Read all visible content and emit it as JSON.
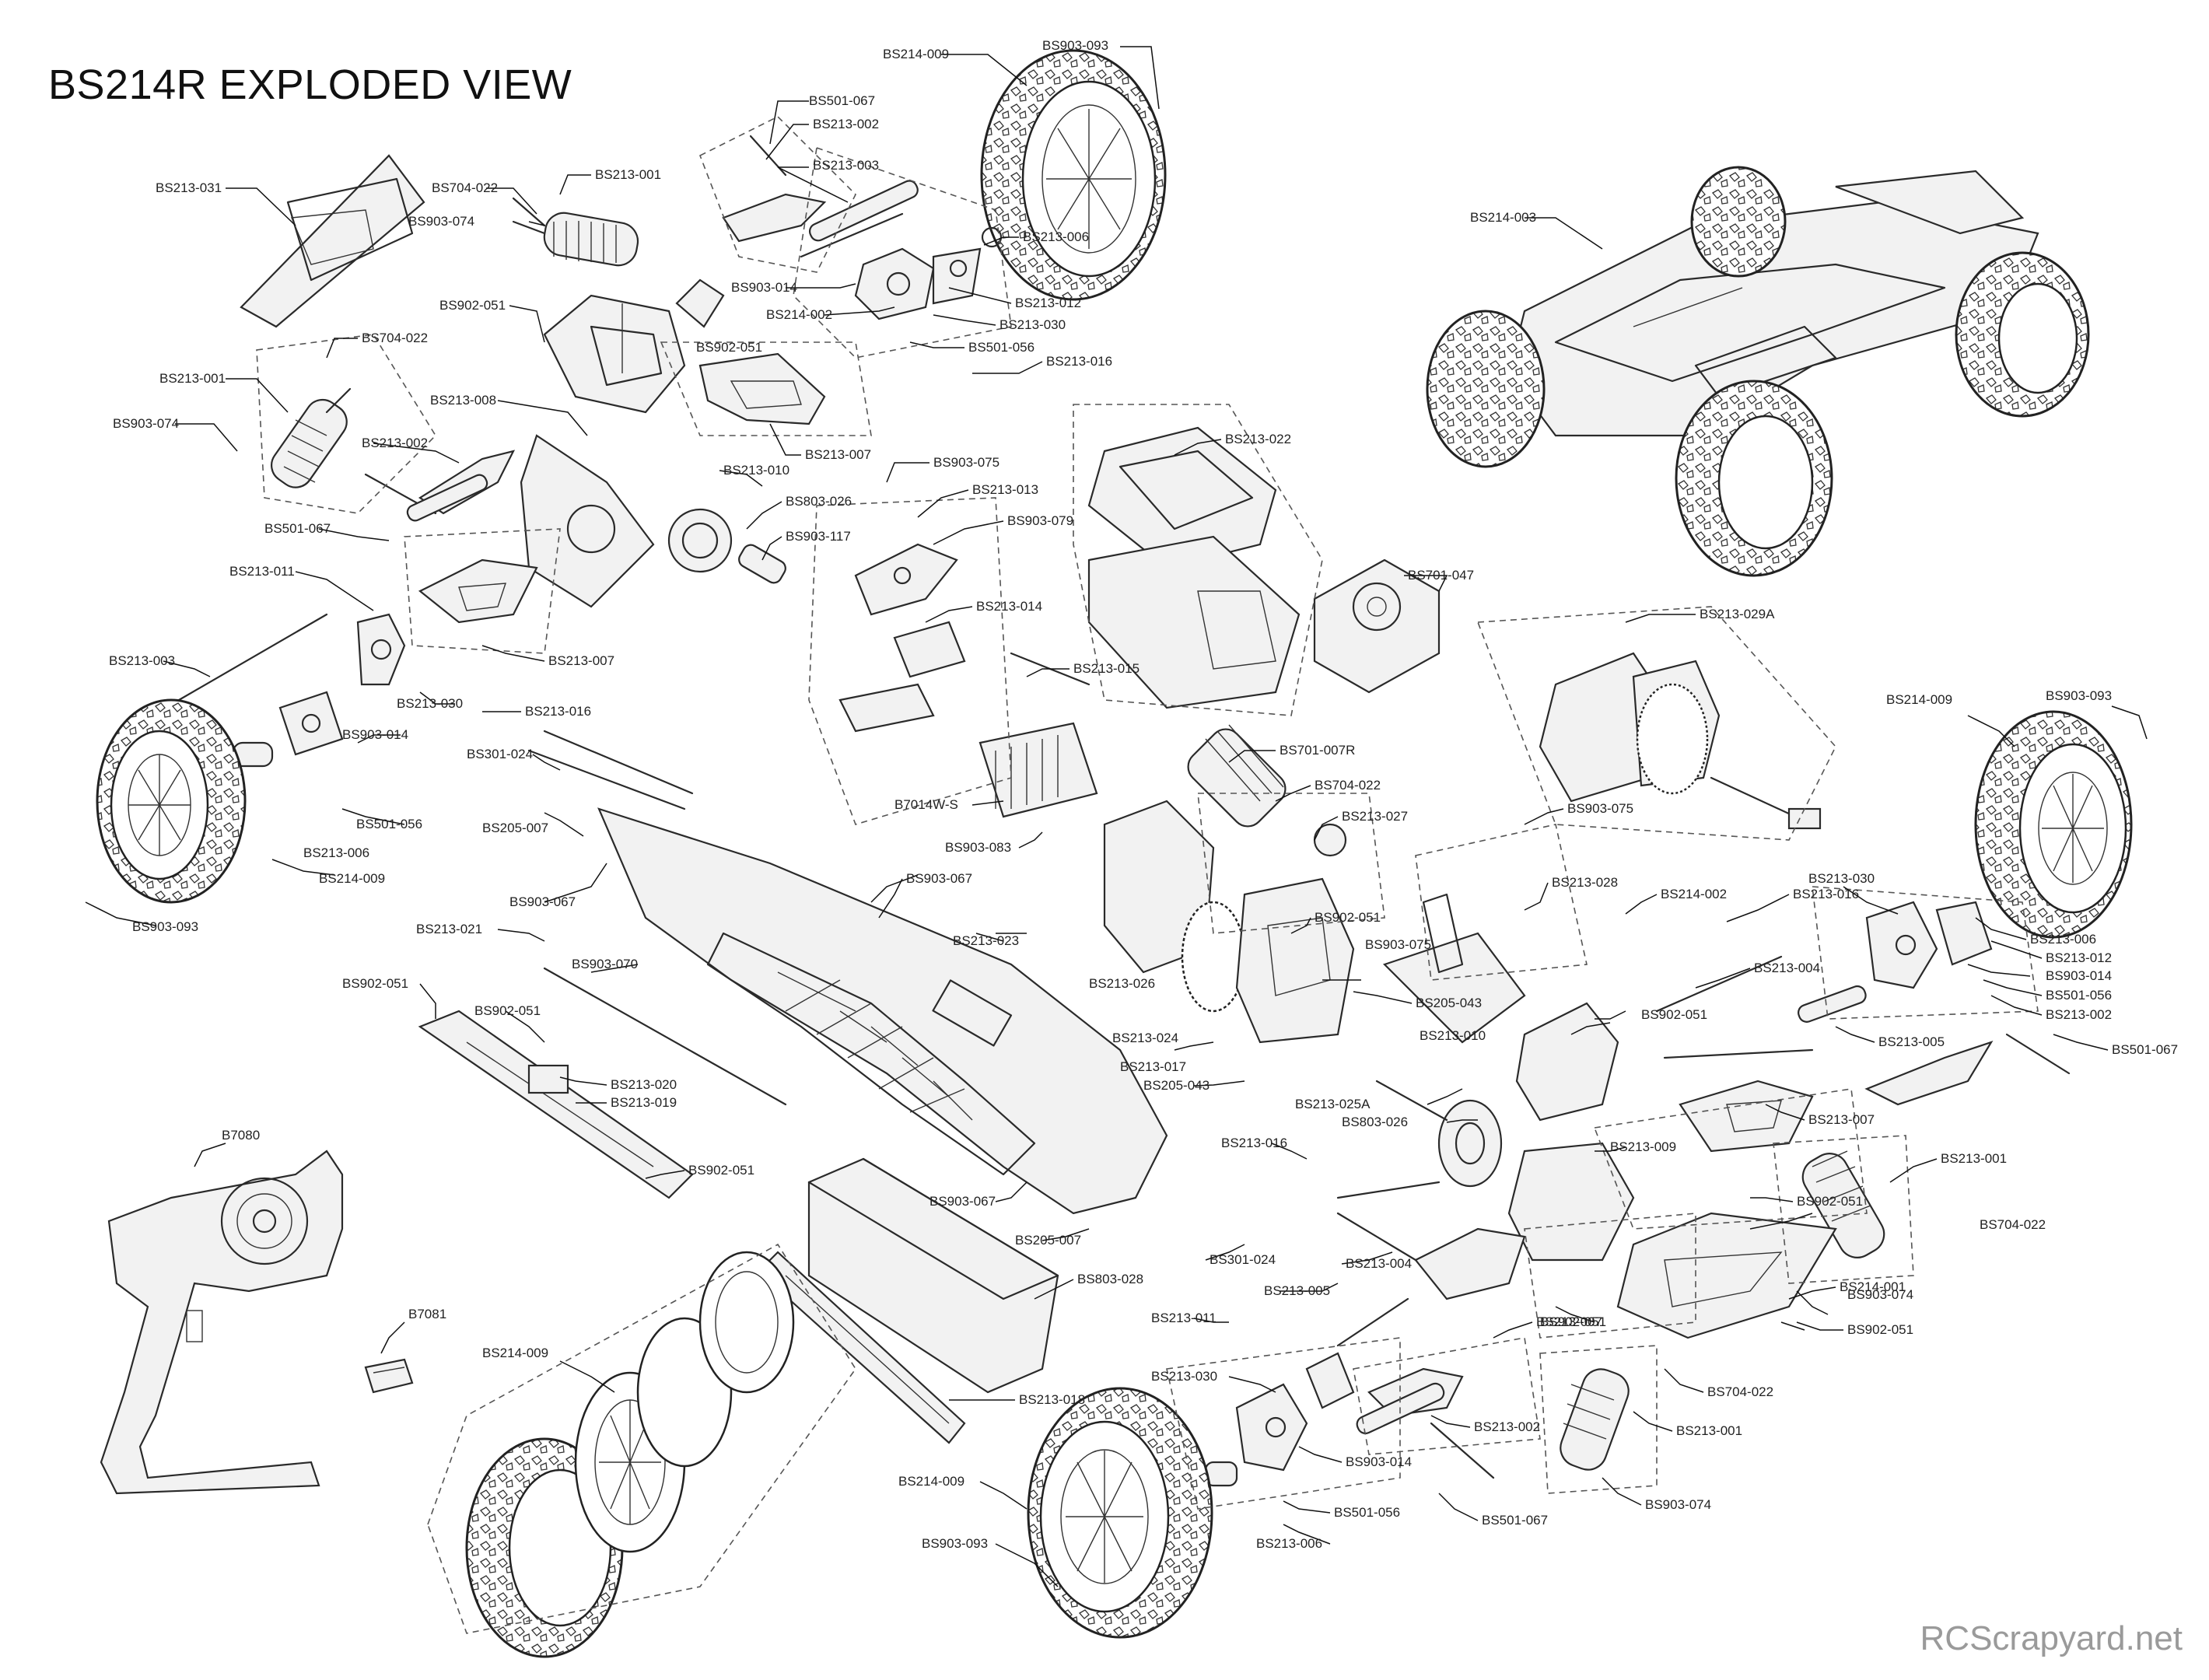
{
  "title": "BS214R EXPLODED VIEW",
  "watermark": "RCScrapyard.net",
  "labels": [
    {
      "id": "l1",
      "text": "BS214-009"
    },
    {
      "id": "l2",
      "text": "BS903-093"
    },
    {
      "id": "l3",
      "text": "BS501-067"
    },
    {
      "id": "l4",
      "text": "BS213-002"
    },
    {
      "id": "l5",
      "text": "BS213-003"
    },
    {
      "id": "l6",
      "text": "BS213-031"
    },
    {
      "id": "l7",
      "text": "BS704-022"
    },
    {
      "id": "l8",
      "text": "BS213-001"
    },
    {
      "id": "l9",
      "text": "BS903-074"
    },
    {
      "id": "l10",
      "text": "BS213-006"
    },
    {
      "id": "l11",
      "text": "BS903-014"
    },
    {
      "id": "l12",
      "text": "BS213-012"
    },
    {
      "id": "l13",
      "text": "BS214-002"
    },
    {
      "id": "l14",
      "text": "BS213-030"
    },
    {
      "id": "l15",
      "text": "BS902-051"
    },
    {
      "id": "l16",
      "text": "BS902-051"
    },
    {
      "id": "l17",
      "text": "BS501-056"
    },
    {
      "id": "l18",
      "text": "BS213-016"
    },
    {
      "id": "l19",
      "text": "BS214-003"
    },
    {
      "id": "l20",
      "text": "BS704-022"
    },
    {
      "id": "l21",
      "text": "BS213-001"
    },
    {
      "id": "l22",
      "text": "BS213-008"
    },
    {
      "id": "l23",
      "text": "BS213-007"
    },
    {
      "id": "l24",
      "text": "BS903-074"
    },
    {
      "id": "l25",
      "text": "BS213-002"
    },
    {
      "id": "l26",
      "text": "BS213-010"
    },
    {
      "id": "l27",
      "text": "BS903-075"
    },
    {
      "id": "l28",
      "text": "BS213-022"
    },
    {
      "id": "l29",
      "text": "BS501-067"
    },
    {
      "id": "l30",
      "text": "BS803-026"
    },
    {
      "id": "l31",
      "text": "BS213-013"
    },
    {
      "id": "l32",
      "text": "BS903-117"
    },
    {
      "id": "l33",
      "text": "BS903-079"
    },
    {
      "id": "l34",
      "text": "BS701-047"
    },
    {
      "id": "l35",
      "text": "BS213-011"
    },
    {
      "id": "l36",
      "text": "BS213-014"
    },
    {
      "id": "l37",
      "text": "BS213-029A"
    },
    {
      "id": "l38",
      "text": "BS213-003"
    },
    {
      "id": "l39",
      "text": "BS213-007"
    },
    {
      "id": "l40",
      "text": "BS213-015"
    },
    {
      "id": "l41",
      "text": "BS213-030"
    },
    {
      "id": "l42",
      "text": "BS213-016"
    },
    {
      "id": "l43",
      "text": "BS903-014"
    },
    {
      "id": "l44",
      "text": "BS301-024"
    },
    {
      "id": "l45",
      "text": "BS701-007R"
    },
    {
      "id": "l46",
      "text": "BS214-009"
    },
    {
      "id": "l47",
      "text": "BS903-093"
    },
    {
      "id": "l48",
      "text": "BS704-022"
    },
    {
      "id": "l49",
      "text": "B7014W-S"
    },
    {
      "id": "l50",
      "text": "BS213-027"
    },
    {
      "id": "l51",
      "text": "BS205-007"
    },
    {
      "id": "l52",
      "text": "BS501-056"
    },
    {
      "id": "l53",
      "text": "BS213-006"
    },
    {
      "id": "l54",
      "text": "BS214-009"
    },
    {
      "id": "l55",
      "text": "BS903-075"
    },
    {
      "id": "l56",
      "text": "BS903-083"
    },
    {
      "id": "l57",
      "text": "BS903-067"
    },
    {
      "id": "l58",
      "text": "BS903-093"
    },
    {
      "id": "l59",
      "text": "BS903-067"
    },
    {
      "id": "l60",
      "text": "BS213-028"
    },
    {
      "id": "l61",
      "text": "BS214-002"
    },
    {
      "id": "l62",
      "text": "BS213-016"
    },
    {
      "id": "l63",
      "text": "BS213-030"
    },
    {
      "id": "l64",
      "text": "BS213-006"
    },
    {
      "id": "l65",
      "text": "BS213-012"
    },
    {
      "id": "l66",
      "text": "BS213-021"
    },
    {
      "id": "l67",
      "text": "BS902-051"
    },
    {
      "id": "l68",
      "text": "BS903-075"
    },
    {
      "id": "l69",
      "text": "BS213-023"
    },
    {
      "id": "l70",
      "text": "BS903-070"
    },
    {
      "id": "l71",
      "text": "BS213-004"
    },
    {
      "id": "l72",
      "text": "BS903-014"
    },
    {
      "id": "l73",
      "text": "BS902-051"
    },
    {
      "id": "l74",
      "text": "BS213-026"
    },
    {
      "id": "l75",
      "text": "BS205-043"
    },
    {
      "id": "l76",
      "text": "BS501-056"
    },
    {
      "id": "l77",
      "text": "BS902-051"
    },
    {
      "id": "l78",
      "text": "BS213-024"
    },
    {
      "id": "l79",
      "text": "BS213-010"
    },
    {
      "id": "l80",
      "text": "BS213-005"
    },
    {
      "id": "l81",
      "text": "BS902-051"
    },
    {
      "id": "l82",
      "text": "BS213-002"
    },
    {
      "id": "l83",
      "text": "BS213-017"
    },
    {
      "id": "l84",
      "text": "BS501-067"
    },
    {
      "id": "l85",
      "text": "BS213-020"
    },
    {
      "id": "l86",
      "text": "BS205-043"
    },
    {
      "id": "l87",
      "text": "BS213-025A"
    },
    {
      "id": "l88",
      "text": "BS213-019"
    },
    {
      "id": "l89",
      "text": "BS803-026"
    },
    {
      "id": "l90",
      "text": "BS213-007"
    },
    {
      "id": "l91",
      "text": "BS213-016"
    },
    {
      "id": "l92",
      "text": "BS213-009"
    },
    {
      "id": "l93",
      "text": "BS213-001"
    },
    {
      "id": "l94",
      "text": "B7080"
    },
    {
      "id": "l95",
      "text": "BS902-051"
    },
    {
      "id": "l96",
      "text": "BS903-067"
    },
    {
      "id": "l97",
      "text": "BS902-051"
    },
    {
      "id": "l98",
      "text": "BS704-022"
    },
    {
      "id": "l99",
      "text": "BS205-007"
    },
    {
      "id": "l100",
      "text": "BS301-024"
    },
    {
      "id": "l101",
      "text": "BS213-004"
    },
    {
      "id": "l102",
      "text": "BS214-001"
    },
    {
      "id": "l103",
      "text": "BS803-028"
    },
    {
      "id": "l104",
      "text": "BS213-005"
    },
    {
      "id": "l105",
      "text": "BS903-074"
    },
    {
      "id": "l106",
      "text": "BS902-051"
    },
    {
      "id": "l107",
      "text": "B7081"
    },
    {
      "id": "l108",
      "text": "BS213-011"
    },
    {
      "id": "l109",
      "text": "BS213-007"
    },
    {
      "id": "l110",
      "text": "BS902-051"
    },
    {
      "id": "l111",
      "text": "BS214-009"
    },
    {
      "id": "l112",
      "text": "BS213-030"
    },
    {
      "id": "l113",
      "text": "BS704-022"
    },
    {
      "id": "l114",
      "text": "BS213-018"
    },
    {
      "id": "l115",
      "text": "BS213-002"
    },
    {
      "id": "l116",
      "text": "BS213-001"
    },
    {
      "id": "l117",
      "text": "BS903-014"
    },
    {
      "id": "l118",
      "text": "BS214-009"
    },
    {
      "id": "l119",
      "text": "BS501-056"
    },
    {
      "id": "l120",
      "text": "BS501-067"
    },
    {
      "id": "l121",
      "text": "BS903-074"
    },
    {
      "id": "l122",
      "text": "BS903-093"
    },
    {
      "id": "l123",
      "text": "BS213-006"
    }
  ]
}
